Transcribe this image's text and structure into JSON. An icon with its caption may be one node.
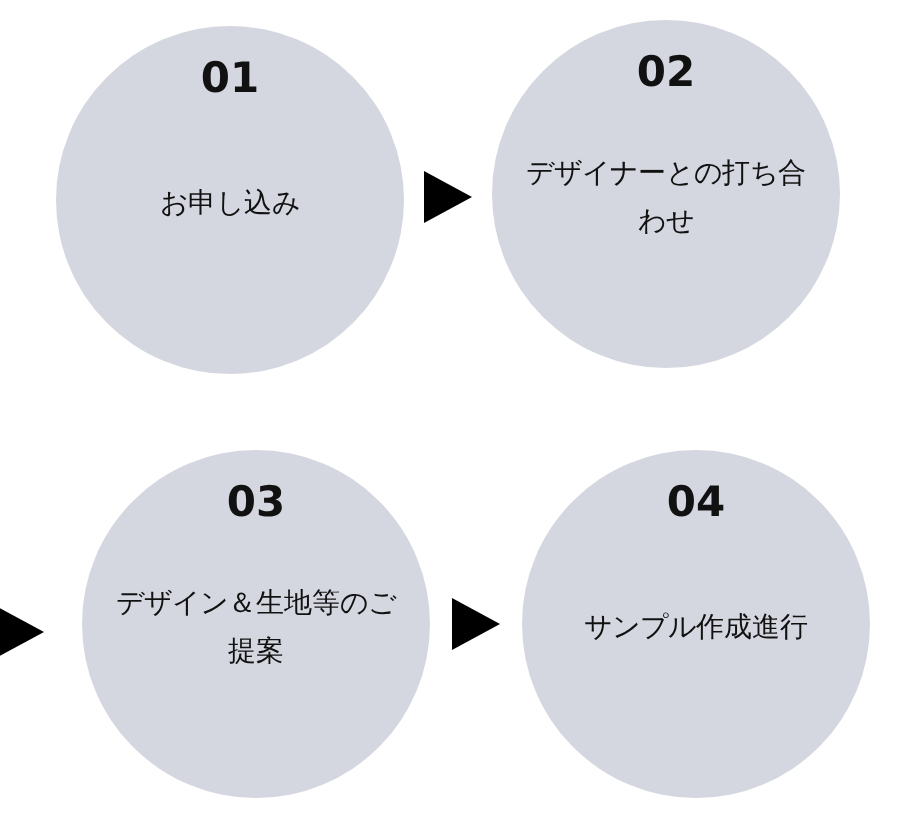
{
  "diagram": {
    "nodes": [
      {
        "text": [
          "01",
          "お申し込み"
        ]
      },
      {
        "text": [
          "02",
          "デザイナーとの打ち合わせ"
        ]
      },
      {
        "text": [
          "03",
          "デザイン＆生地等のご提案"
        ]
      },
      {
        "text": [
          "04",
          "サンプル作成進行"
        ]
      }
    ],
    "edges": [
      {
        "from": 0,
        "to": 1,
        "arrow": "to"
      },
      {
        "from": null,
        "to": 2,
        "arrow": "to"
      },
      {
        "from": 2,
        "to": 3,
        "arrow": "to"
      }
    ]
  }
}
